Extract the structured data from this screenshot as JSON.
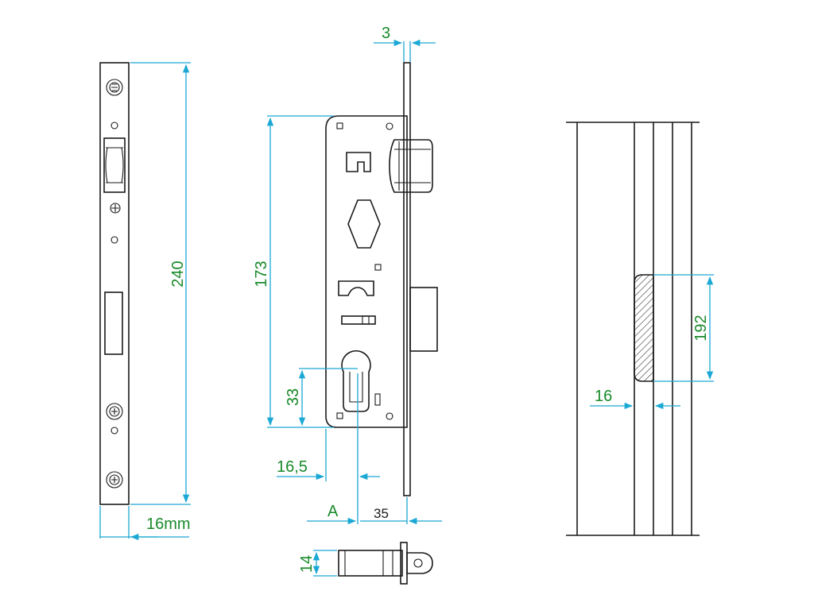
{
  "colors": {
    "dimension_text": "#1a8a2a",
    "dimension_line": "#1ba8d4",
    "outline": "#1a1a1a",
    "label_black": "#1a1a1a"
  },
  "dimensions": {
    "faceplate_height": "240",
    "faceplate_width": "16mm",
    "faceplate_thickness": "3",
    "case_height": "173",
    "cylinder_center": "33",
    "cylinder_offset": "16,5",
    "backset_label": "A",
    "backset_value": "35",
    "bolt_thickness": "14",
    "mortise_height": "192",
    "mortise_width": "16"
  }
}
